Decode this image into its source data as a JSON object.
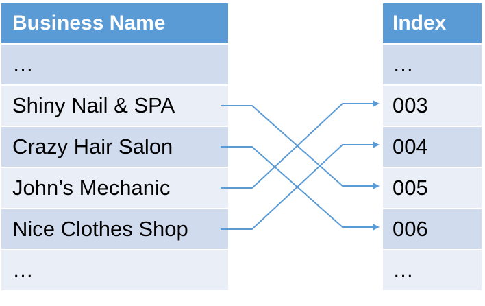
{
  "left_table": {
    "header": "Business Name",
    "rows": [
      "…",
      "Shiny Nail & SPA",
      "Crazy Hair Salon",
      "John’s Mechanic",
      "Nice Clothes Shop",
      "…"
    ]
  },
  "right_table": {
    "header": "Index",
    "rows": [
      "…",
      "003",
      "004",
      "005",
      "006",
      "…"
    ]
  },
  "mappings": [
    {
      "from": 1,
      "to": 3
    },
    {
      "from": 2,
      "to": 4
    },
    {
      "from": 3,
      "to": 1
    },
    {
      "from": 4,
      "to": 2
    }
  ],
  "colors": {
    "header": "#5b9bd5",
    "row_dark": "#d0dbee",
    "row_light": "#e9eef7",
    "arrow": "#5b9bd5"
  }
}
